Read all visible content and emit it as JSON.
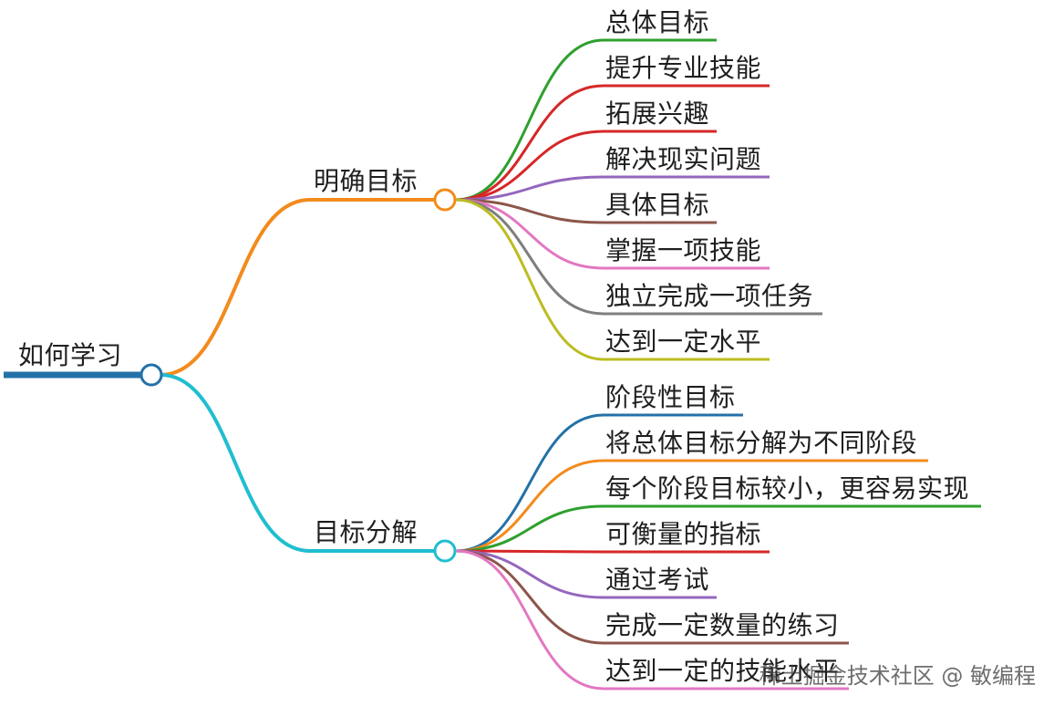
{
  "mindmap": {
    "root": {
      "label": "如何学习",
      "color": "#2471a8"
    },
    "branches": [
      {
        "label": "明确目标",
        "color": "#f28b1c",
        "children": [
          {
            "label": "总体目标",
            "color": "#2ea02e"
          },
          {
            "label": "提升专业技能",
            "color": "#d62728"
          },
          {
            "label": "拓展兴趣",
            "color": "#d62728"
          },
          {
            "label": "解决现实问题",
            "color": "#9467bd"
          },
          {
            "label": "具体目标",
            "color": "#8c564b"
          },
          {
            "label": "掌握一项技能",
            "color": "#e377c2"
          },
          {
            "label": "独立完成一项任务",
            "color": "#7f7f7f"
          },
          {
            "label": "达到一定水平",
            "color": "#bcbd22"
          }
        ]
      },
      {
        "label": "目标分解",
        "color": "#1fbecf",
        "children": [
          {
            "label": "阶段性目标",
            "color": "#2471a8"
          },
          {
            "label": "将总体目标分解为不同阶段",
            "color": "#f28b1c"
          },
          {
            "label": "每个阶段目标较小，更容易实现",
            "color": "#2ea02e"
          },
          {
            "label": "可衡量的指标",
            "color": "#d62728"
          },
          {
            "label": "通过考试",
            "color": "#9467bd"
          },
          {
            "label": "完成一定数量的练习",
            "color": "#8c564b"
          },
          {
            "label": "达到一定的技能水平",
            "color": "#e377c2"
          }
        ]
      }
    ]
  },
  "watermark": "稀土掘金技术社区 @ 敏编程"
}
